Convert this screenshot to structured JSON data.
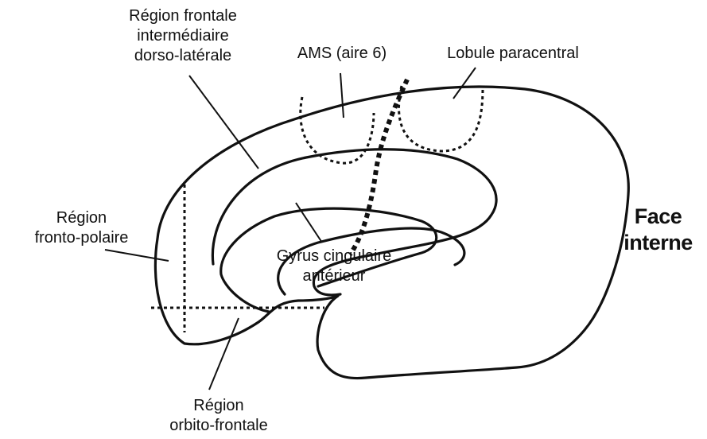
{
  "labels": {
    "frontale_dorso": [
      "Région frontale",
      "intermédiaire",
      "dorso-latérale"
    ],
    "ams": "AMS (aire 6)",
    "lobule": "Lobule paracentral",
    "fronto_polaire": [
      "Région",
      "fronto-polaire"
    ],
    "cingulaire": [
      "Gyrus cingulaire",
      "antérieur"
    ],
    "orbito": [
      "Région",
      "orbito-frontale"
    ],
    "face": [
      "Face",
      "interne"
    ]
  },
  "colors": {
    "ink": "#111111",
    "background": "#ffffff"
  }
}
